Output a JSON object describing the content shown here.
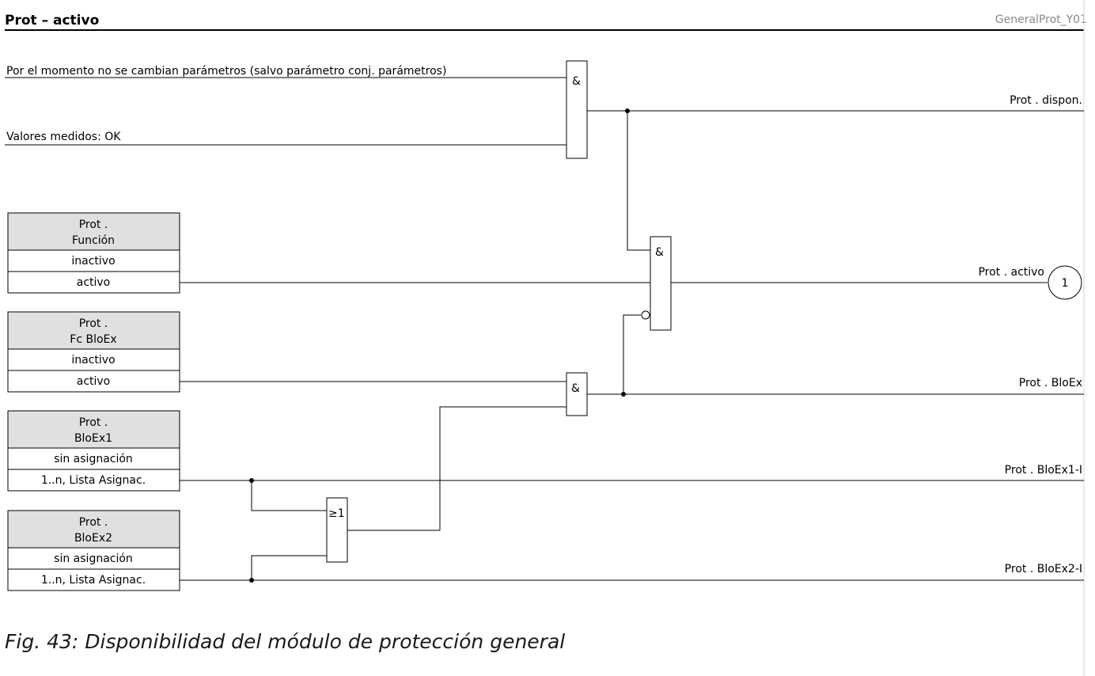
{
  "header": {
    "title": "Prot – activo",
    "diagram_id": "GeneralProt_Y01"
  },
  "inputs": {
    "no_param_change": "Por el momento no se cambian parámetros (salvo parámetro conj. parámetros)",
    "meas_ok": "Valores medidos: OK"
  },
  "boxes": {
    "funcion": {
      "title1": "Prot .",
      "title2": "Función",
      "opt1": "inactivo",
      "opt2": "activo"
    },
    "fc_bloex": {
      "title1": "Prot .",
      "title2": "Fc BloEx",
      "opt1": "inactivo",
      "opt2": "activo"
    },
    "bloex1": {
      "title1": "Prot .",
      "title2": "BloEx1",
      "opt1": "sin asignación",
      "opt2": "1..n, Lista Asignac."
    },
    "bloex2": {
      "title1": "Prot .",
      "title2": "BloEx2",
      "opt1": "sin asignación",
      "opt2": "1..n, Lista Asignac."
    }
  },
  "gates": {
    "and1": "&",
    "and2": "&",
    "and3": "&",
    "or1": "≥1"
  },
  "outputs": {
    "dispon": "Prot . dispon.",
    "activo": "Prot . activo",
    "bloex": "Prot . BloEx",
    "bloex1_i": "Prot . BloEx1-I",
    "bloex2_i": "Prot . BloEx2-I"
  },
  "connector": "1",
  "caption": "Fig. 43: Disponibilidad del módulo de protección general"
}
